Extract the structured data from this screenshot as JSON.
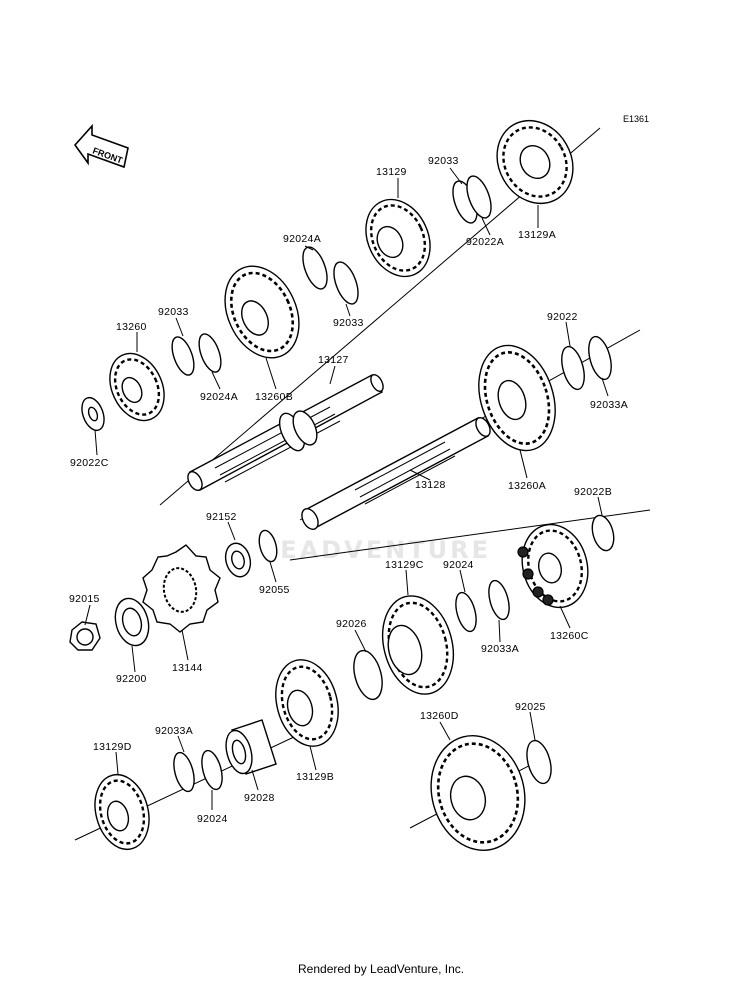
{
  "diagram_code": "E1361",
  "front_arrow_label": "FRONT",
  "watermark": "LEADVENTURE",
  "footer": "Rendered by LeadVenture, Inc.",
  "labels": [
    {
      "id": "92033-top",
      "text": "92033"
    },
    {
      "id": "13129",
      "text": "13129"
    },
    {
      "id": "92022A",
      "text": "92022A"
    },
    {
      "id": "13129A",
      "text": "13129A"
    },
    {
      "id": "92024A-top",
      "text": "92024A"
    },
    {
      "id": "92033-mid",
      "text": "92033"
    },
    {
      "id": "92033-left",
      "text": "92033"
    },
    {
      "id": "13260",
      "text": "13260"
    },
    {
      "id": "92024A-left",
      "text": "92024A"
    },
    {
      "id": "13260B",
      "text": "13260B"
    },
    {
      "id": "13127",
      "text": "13127"
    },
    {
      "id": "92022",
      "text": "92022"
    },
    {
      "id": "92033A-right",
      "text": "92033A"
    },
    {
      "id": "92022C",
      "text": "92022C"
    },
    {
      "id": "13128",
      "text": "13128"
    },
    {
      "id": "13260A",
      "text": "13260A"
    },
    {
      "id": "92152",
      "text": "92152"
    },
    {
      "id": "92022B",
      "text": "92022B"
    },
    {
      "id": "92055",
      "text": "92055"
    },
    {
      "id": "13129C",
      "text": "13129C"
    },
    {
      "id": "92024-mid",
      "text": "92024"
    },
    {
      "id": "92015",
      "text": "92015"
    },
    {
      "id": "92026",
      "text": "92026"
    },
    {
      "id": "92033A-mid",
      "text": "92033A"
    },
    {
      "id": "13260C",
      "text": "13260C"
    },
    {
      "id": "92200",
      "text": "92200"
    },
    {
      "id": "13144",
      "text": "13144"
    },
    {
      "id": "92033A-bottom",
      "text": "92033A"
    },
    {
      "id": "13260D",
      "text": "13260D"
    },
    {
      "id": "92025",
      "text": "92025"
    },
    {
      "id": "13129D",
      "text": "13129D"
    },
    {
      "id": "92028",
      "text": "92028"
    },
    {
      "id": "13129B",
      "text": "13129B"
    },
    {
      "id": "92024-bottom",
      "text": "92024"
    }
  ]
}
